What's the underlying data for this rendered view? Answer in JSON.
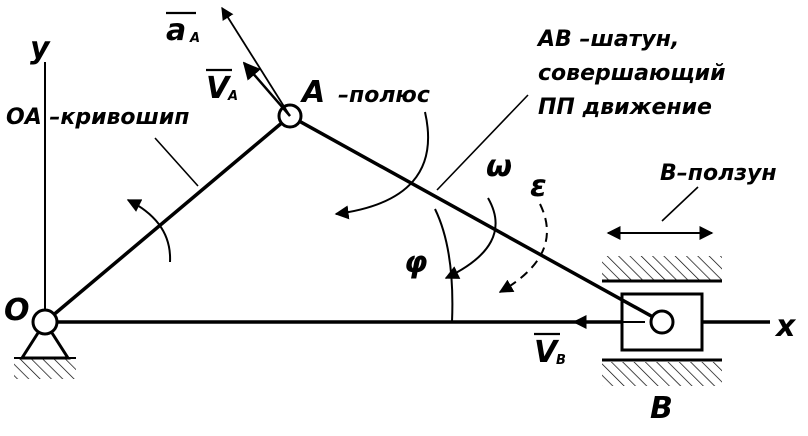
{
  "labels": {
    "y_axis": "y",
    "x_axis": "x",
    "origin": "O",
    "point_a": "A",
    "point_a_note": "–полюс",
    "point_b": "B",
    "crank": "OA –кривошип",
    "rod_line1": "AB –шатун,",
    "rod_line2": "совершающий",
    "rod_line3": "ПП движение",
    "slider": "B–ползун",
    "accel_a": "a",
    "accel_a_sub": "A",
    "vel_a": "V",
    "vel_a_sub": "A",
    "vel_b": "V",
    "vel_b_sub": "B",
    "omega": "ω",
    "epsilon": "ε",
    "phi": "φ"
  }
}
